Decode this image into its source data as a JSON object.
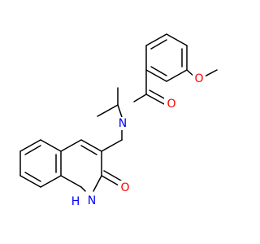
{
  "colors": {
    "background": "#ffffff",
    "bond": "#000000",
    "oxygen": "#ff0000",
    "nitrogen": "#0000ff",
    "hydrogen_on_nitrogen": "#0000ff"
  },
  "atoms": {
    "methoxy_oxygen": {
      "text": "O",
      "element": "oxygen"
    },
    "carbonyl_oxygen": {
      "text": "O",
      "element": "oxygen"
    },
    "amide_nitrogen": {
      "text": "N",
      "element": "nitrogen"
    },
    "quinolinone_oxygen": {
      "text": "O",
      "element": "oxygen"
    },
    "ring_nitrogen": {
      "text": "N",
      "element": "nitrogen"
    },
    "ring_nh_hydrogen": {
      "text": "H",
      "element": "hydrogen_on_nitrogen"
    }
  }
}
